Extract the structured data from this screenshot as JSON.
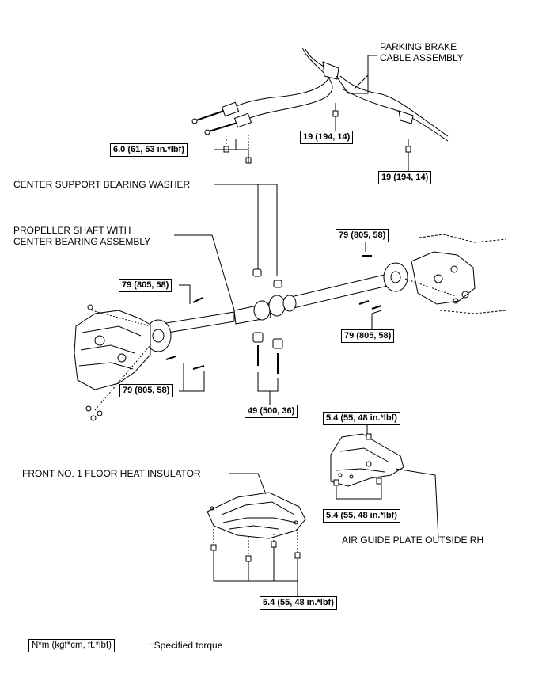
{
  "labels": {
    "parking_brake_1": "PARKING BRAKE",
    "parking_brake_2": "CABLE ASSEMBLY",
    "center_washer": "CENTER SUPPORT BEARING WASHER",
    "prop_shaft_1": "PROPELLER SHAFT WITH",
    "prop_shaft_2": "CENTER BEARING ASSEMBLY",
    "floor_insulator": "FRONT NO. 1 FLOOR HEAT INSULATOR",
    "air_guide": "AIR GUIDE PLATE OUTSIDE RH"
  },
  "torques": {
    "t6": "6.0 (61, 53 in.*lbf)",
    "t19": "19 (194, 14)",
    "t79": "79 (805, 58)",
    "t49": "49 (500, 36)",
    "t54": "5.4 (55, 48 in.*lbf)"
  },
  "legend": {
    "unit": "N*m (kgf*cm, ft.*lbf)",
    "text": ": Specified torque"
  }
}
